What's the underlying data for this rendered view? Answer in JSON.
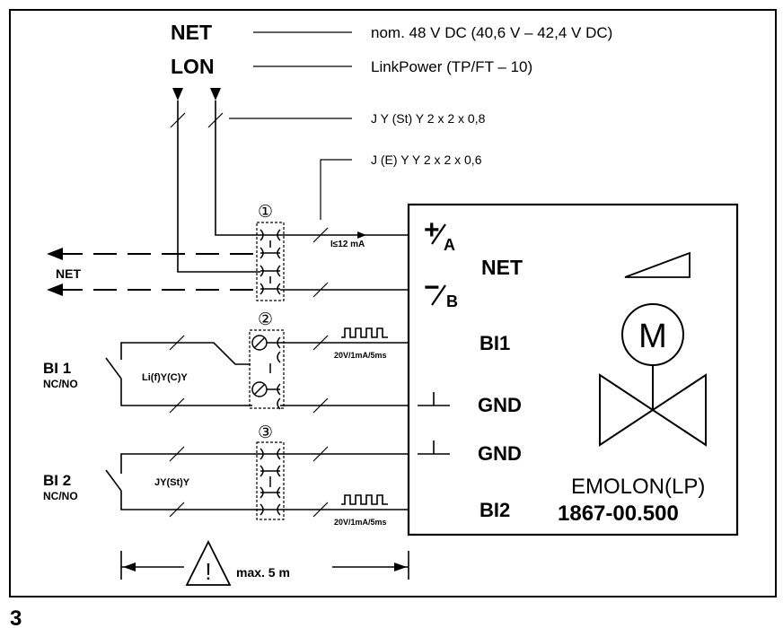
{
  "bus": {
    "net_title": "NET",
    "net_spec": "nom. 48 V DC (40,6 V – 42,4 V DC)",
    "lon_title": "LON",
    "lon_spec": "LinkPower (TP/FT – 10)",
    "cable_1": "J Y (St) Y 2 x 2 x 0,8",
    "cable_2": "J (E) Y Y 2 x 2 x 0,6",
    "current_label": "I≤12 mA",
    "net_branch_label": "NET"
  },
  "terminals": {
    "t1": "①",
    "t2": "②",
    "t3": "③"
  },
  "inputs": {
    "bi1_name": "BI 1",
    "bi1_mode": "NC/NO",
    "bi1_cable": "Li(f)Y(C)Y",
    "bi1_signal": "20V/1mA/5ms",
    "bi2_name": "BI 2",
    "bi2_mode": "NC/NO",
    "bi2_cable": "JY(St)Y",
    "bi2_signal": "20V/1mA/5ms"
  },
  "device": {
    "plus_label": "+",
    "plus_sub": "A",
    "minus_label": "−",
    "minus_sub": "B",
    "net_label": "NET",
    "bi1_label": "BI1",
    "gnd1_label": "GND",
    "gnd2_label": "GND",
    "bi2_label": "BI2",
    "motor_label": "M",
    "model_name": "EMOLON(LP)",
    "model_number": "1867-00.500"
  },
  "length": {
    "max_label": "max. 5 m",
    "warning_icon": "!"
  },
  "figure": {
    "number": "3"
  }
}
